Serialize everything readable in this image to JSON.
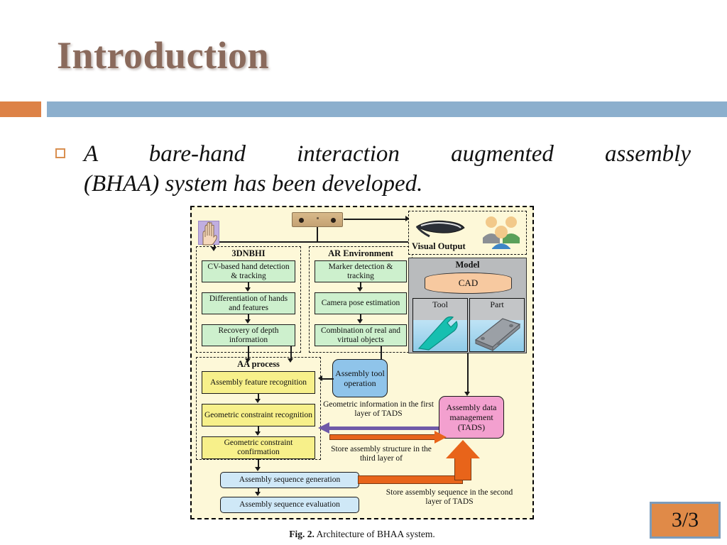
{
  "slide": {
    "title": "Introduction",
    "page_badge": "3/3",
    "accent_orange": "#dd8247",
    "accent_blue": "#8cafcd",
    "title_color": "#8a6a5c",
    "bullet": {
      "line1": "A bare-hand interaction augmented assembly",
      "line2": "(BHAA) system has been developed.",
      "marker": "square-bullet"
    }
  },
  "figure": {
    "caption_label": "Fig. 2.",
    "caption_text": " Architecture of BHAA system.",
    "groups": {
      "dnbhi": "3DNBHI",
      "ar_env": "AR Environment",
      "visual_output": "Visual Output",
      "model": "Model",
      "aa_process": "AA process"
    },
    "dnbhi_boxes": [
      "CV-based hand detection & tracking",
      "Differentiation of hands and features",
      "Recovery of depth information"
    ],
    "ar_boxes": [
      "Marker detection & tracking",
      "Camera pose estimation",
      "Combination of real and virtual objects"
    ],
    "model": {
      "cad": "CAD",
      "tool": "Tool",
      "part": "Part"
    },
    "aa_boxes": [
      "Assembly feature recognition",
      "Geometric constraint recognition",
      "Geometric constraint confirmation"
    ],
    "sequence_boxes": [
      "Assembly sequence generation",
      "Assembly sequence evaluation"
    ],
    "tool_operation": "Assembly tool operation",
    "tads": "Assembly data management (TADS)",
    "annotations": {
      "geometric_info": "Geometric information in the first layer of TADS",
      "store_structure": "Store assembly structure in the third layer of",
      "store_sequence": "Store assembly sequence in the second layer of TADS"
    },
    "colors": {
      "figure_bg": "#fdf8d8",
      "green_box": "#cdf0cd",
      "yellow_box": "#f7f08a",
      "lightblue_box": "#cfe8f7",
      "blue_box": "#8fc4ea",
      "pink_box": "#f3a0cf",
      "orange_arrow": "#e8641a",
      "purple_arrow": "#6f5aa8",
      "model_gray": "#b9bbbd",
      "cad_peach": "#f7c9a0"
    }
  }
}
